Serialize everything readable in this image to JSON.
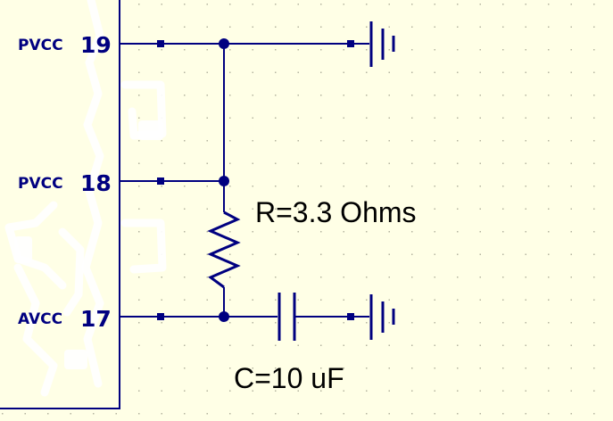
{
  "colors": {
    "background": "#ffffe6",
    "wire": "#000080",
    "text": "#000000",
    "grid": "#b4b4a0"
  },
  "pins": [
    {
      "name": "PVCC",
      "number": "19"
    },
    {
      "name": "PVCC",
      "number": "18"
    },
    {
      "name": "AVCC",
      "number": "17"
    }
  ],
  "resistor": {
    "label": "R=3.3 Ohms"
  },
  "capacitor": {
    "label": "C=10 uF"
  },
  "symbols": [
    "ground-icon",
    "ground-icon",
    "resistor-icon",
    "capacitor-icon"
  ]
}
